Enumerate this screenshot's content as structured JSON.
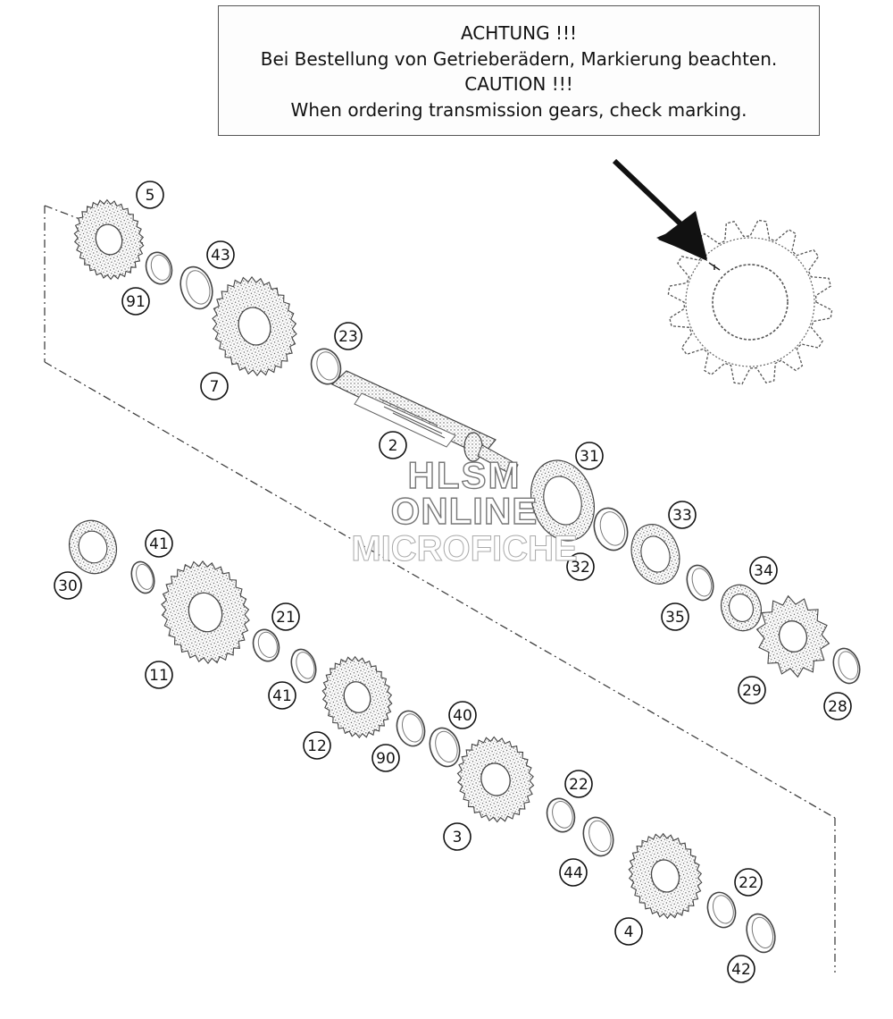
{
  "notice": {
    "line1": "ACHTUNG !!!",
    "line2": "Bei Bestellung von Getrieberädern, Markierung beachten.",
    "line3": "CAUTION !!!",
    "line4": "When ordering transmission gears, check marking."
  },
  "watermark": {
    "line1": "HLSM",
    "line2": "ONLINE",
    "line3": "MICROFICHE"
  },
  "callouts": [
    "5",
    "43",
    "91",
    "23",
    "7",
    "2",
    "31",
    "33",
    "32",
    "35",
    "34",
    "29",
    "28",
    "41",
    "30",
    "21",
    "11",
    "41",
    "12",
    "40",
    "90",
    "22",
    "3",
    "44",
    "22",
    "4",
    "42"
  ]
}
